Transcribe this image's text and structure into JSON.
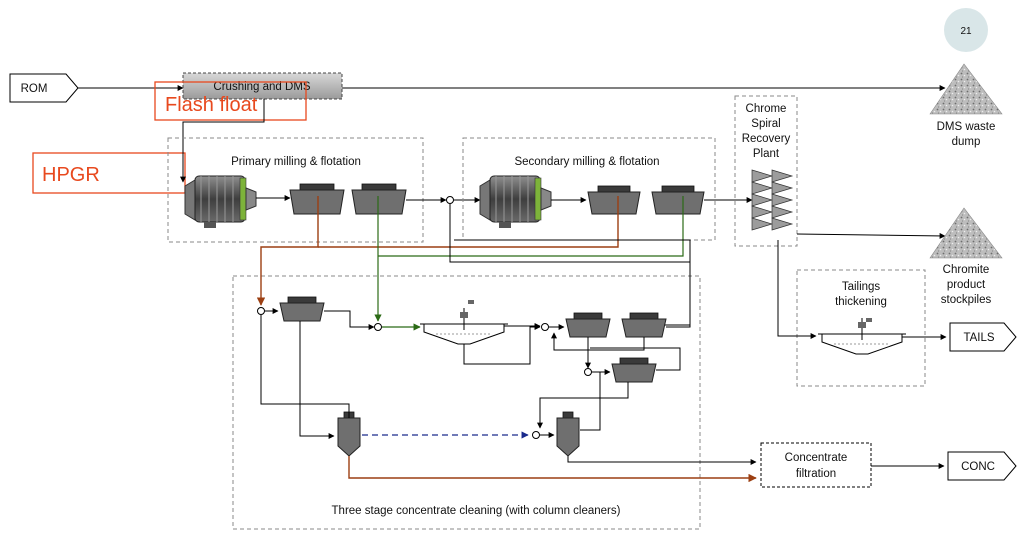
{
  "slide_number": "21",
  "badge_color": "#d9e6e8",
  "labels": {
    "rom": "ROM",
    "crushing": "Crushing and DMS",
    "flash_float": "Flash float",
    "hpgr": "HPGR",
    "primary": "Primary milling & flotation",
    "secondary": "Secondary milling & flotation",
    "chrome_spiral": [
      "Chrome",
      "Spiral",
      "Recovery",
      "Plant"
    ],
    "dms_waste": [
      "DMS waste",
      "dump"
    ],
    "chromite": [
      "Chromite",
      "product",
      "stockpiles"
    ],
    "tailings": [
      "Tailings",
      "thickening"
    ],
    "tails": "TAILS",
    "conc_filtration": [
      "Concentrate",
      "filtration"
    ],
    "conc": "CONC",
    "three_stage": "Three stage concentrate cleaning (with column cleaners)"
  },
  "colors": {
    "annotation_red": "#e8491e",
    "green_line": "#2b6a16",
    "brown_line": "#9c3f12",
    "blue_dashed": "#1a2a8c"
  }
}
